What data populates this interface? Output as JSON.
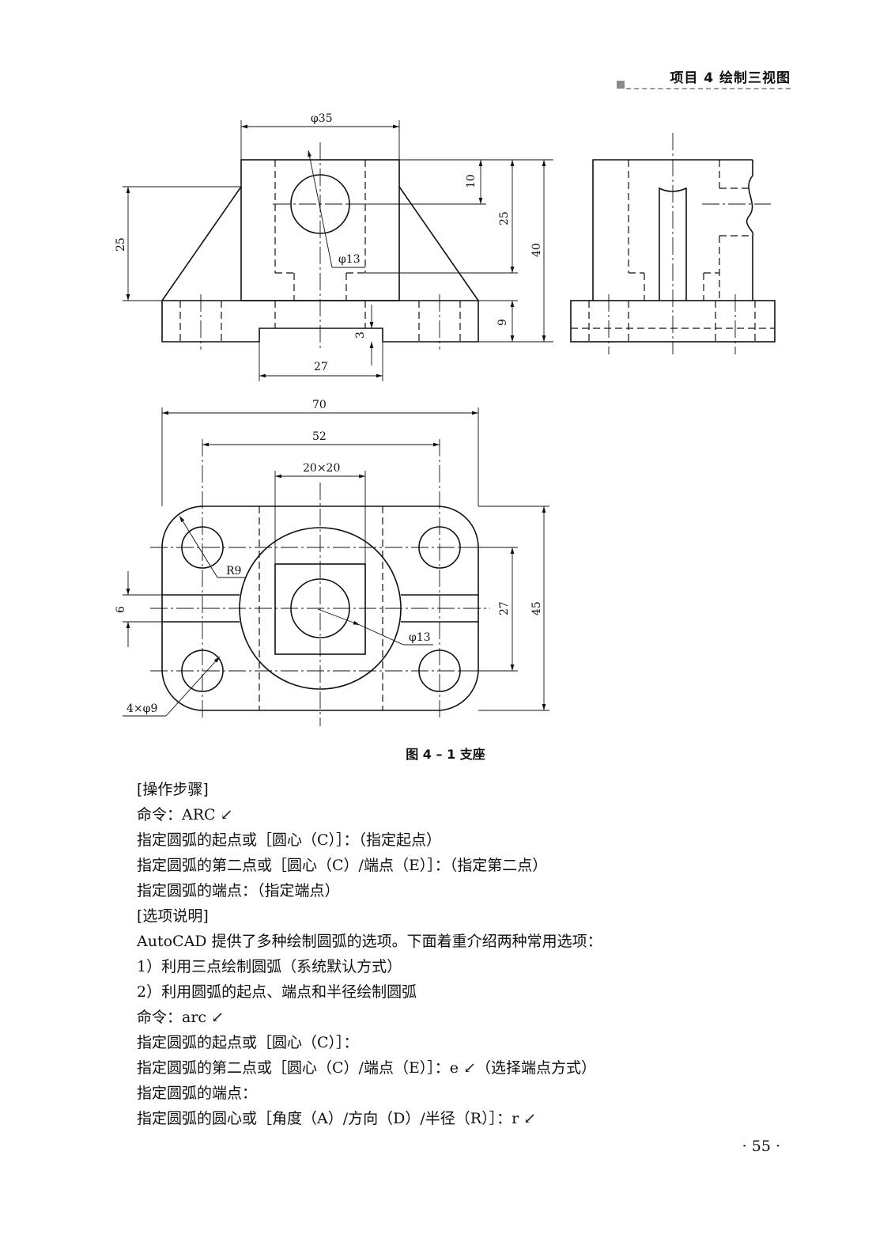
{
  "header": {
    "text": "项目 4   绘制三视图"
  },
  "figure": {
    "dimensions": {
      "d35": "φ35",
      "d13_front": "φ13",
      "h10": "10",
      "h25_front": "25",
      "h40": "40",
      "h25_left": "25",
      "h9": "9",
      "h3": "3",
      "w27": "27",
      "w70": "70",
      "w52": "52",
      "w20x20": "20×20",
      "r9": "R9",
      "h6": "6",
      "h27": "27",
      "h45": "45",
      "d13_top": "φ13",
      "d4x9": "4×φ9"
    },
    "caption": "图 4 – 1   支座"
  },
  "content": {
    "lines": [
      {
        "text": "[操作步骤]",
        "style": "heading"
      },
      {
        "text": "命令：ARC ↙",
        "style": "body"
      },
      {
        "text": "指定圆弧的起点或［圆心（C）］：（指定起点）",
        "style": "body"
      },
      {
        "text": "指定圆弧的第二点或［圆心（C）/端点（E）］：（指定第二点）",
        "style": "body"
      },
      {
        "text": "指定圆弧的端点：（指定端点）",
        "style": "body"
      },
      {
        "text": "[选项说明]",
        "style": "heading"
      },
      {
        "text": "AutoCAD 提供了多种绘制圆弧的选项。下面着重介绍两种常用选项：",
        "style": "body"
      },
      {
        "text": "1）利用三点绘制圆弧（系统默认方式）",
        "style": "body"
      },
      {
        "text": "2）利用圆弧的起点、端点和半径绘制圆弧",
        "style": "body"
      },
      {
        "text": "命令：arc ↙",
        "style": "body"
      },
      {
        "text": "指定圆弧的起点或［圆心（C）］：",
        "style": "body"
      },
      {
        "text": "指定圆弧的第二点或［圆心（C）/端点（E）］：e ↙（选择端点方式）",
        "style": "body"
      },
      {
        "text": "指定圆弧的端点：",
        "style": "body"
      },
      {
        "text": "指定圆弧的圆心或［角度（A）/方向（D）/半径（R）］：r ↙",
        "style": "body"
      }
    ]
  },
  "page_number": "· 55 ·"
}
